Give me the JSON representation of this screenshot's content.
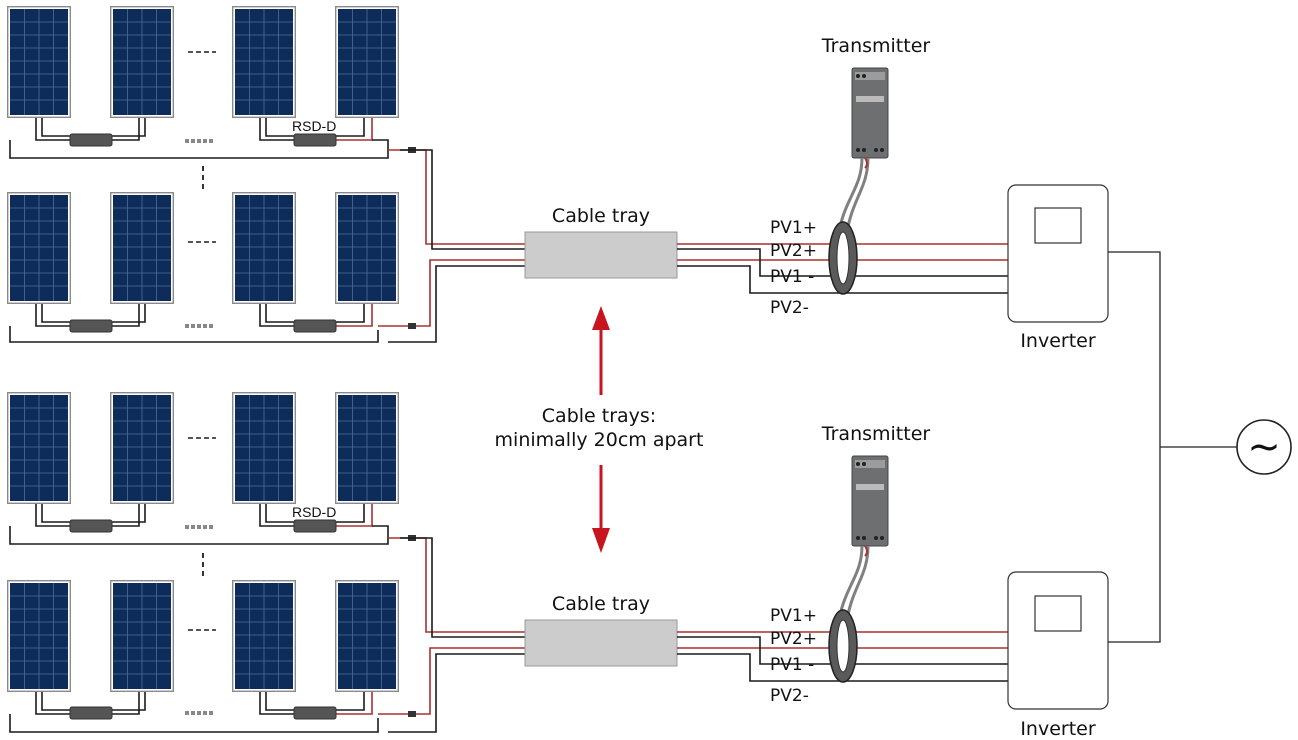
{
  "labels": {
    "transmitter_top": "Transmitter",
    "transmitter_bottom": "Transmitter",
    "rsd_top": "RSD-D",
    "rsd_bottom": "RSD-D",
    "cable_tray_top": "Cable tray",
    "cable_tray_bottom": "Cable tray",
    "pv1_plus": "PV1+",
    "pv2_plus": "PV2+",
    "pv1_minus": "PV1 -",
    "pv2_minus": "PV2-",
    "inverter_top": "Inverter",
    "inverter_bottom": "Inverter",
    "separation_line1": "Cable trays:",
    "separation_line2": "minimally 20cm apart",
    "ac_symbol": "~"
  },
  "colors": {
    "panel": "#0e2c5a",
    "positive_wire": "#a8302f",
    "negative_wire": "#1a1a1a",
    "arrow": "#c8141e",
    "cable_tray": "#cccccc",
    "rsd_box": "#555555",
    "transmitter": "#6d6f71"
  }
}
